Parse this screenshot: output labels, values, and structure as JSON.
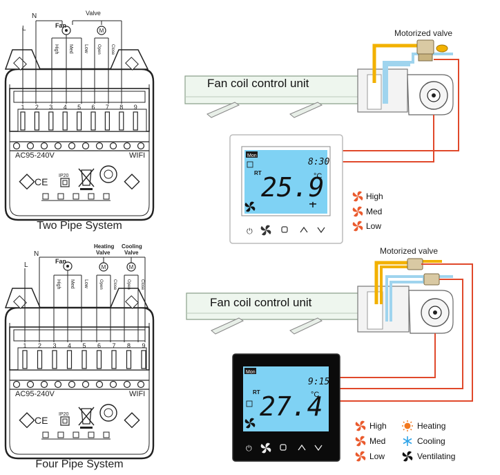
{
  "wiring": {
    "terminals": [
      "1",
      "2",
      "3",
      "4",
      "5",
      "6",
      "7",
      "8",
      "9"
    ],
    "L": "L",
    "N": "N",
    "two_pipe": {
      "fan_label": "Fan",
      "valve_label": "Valve",
      "wires": [
        "High",
        "Med",
        "Low",
        "Open",
        "Close"
      ],
      "voltage": "AC95-240V",
      "wifi": "WIFI",
      "ip": "IP20",
      "title": "Two Pipe System"
    },
    "four_pipe": {
      "fan_label": "Fan",
      "heating_valve": "Heating\nValve",
      "cooling_valve": "Cooling\nValve",
      "wires": [
        "High",
        "Med",
        "Low",
        "Open",
        "Close",
        "Open",
        "Close"
      ],
      "voltage": "AC95-240V",
      "wifi": "WIFI",
      "ip": "IP20",
      "title": "Four Pipe System"
    }
  },
  "units": {
    "top": {
      "valve_label": "Motorized valve",
      "unit_label": "Fan coil control unit"
    },
    "bottom": {
      "valve_label": "Motorized valve",
      "unit_label": "Fan coil control unit"
    }
  },
  "thermostats": {
    "white": {
      "day": "Mon",
      "time": "8:30",
      "rt": "RT",
      "temp": "25.9",
      "unit": "°C"
    },
    "black": {
      "day": "Mon",
      "time": "9:15",
      "rt": "RT",
      "temp": "27.4",
      "unit": "°C"
    }
  },
  "legend": {
    "top": [
      "High",
      "Med",
      "Low"
    ],
    "bottom_fan": [
      "High",
      "Med",
      "Low"
    ],
    "bottom_modes": [
      "Heating",
      "Cooling",
      "Ventilating"
    ]
  },
  "colors": {
    "red_wire": "#e0482a",
    "yellow_pipe": "#f2b100",
    "blue_pipe": "#9fd4ee",
    "lcd": "#7fd2f4",
    "fan_icon": "#ea5a2d",
    "sun_icon": "#f2781e",
    "snow_icon": "#2ea3e8"
  }
}
